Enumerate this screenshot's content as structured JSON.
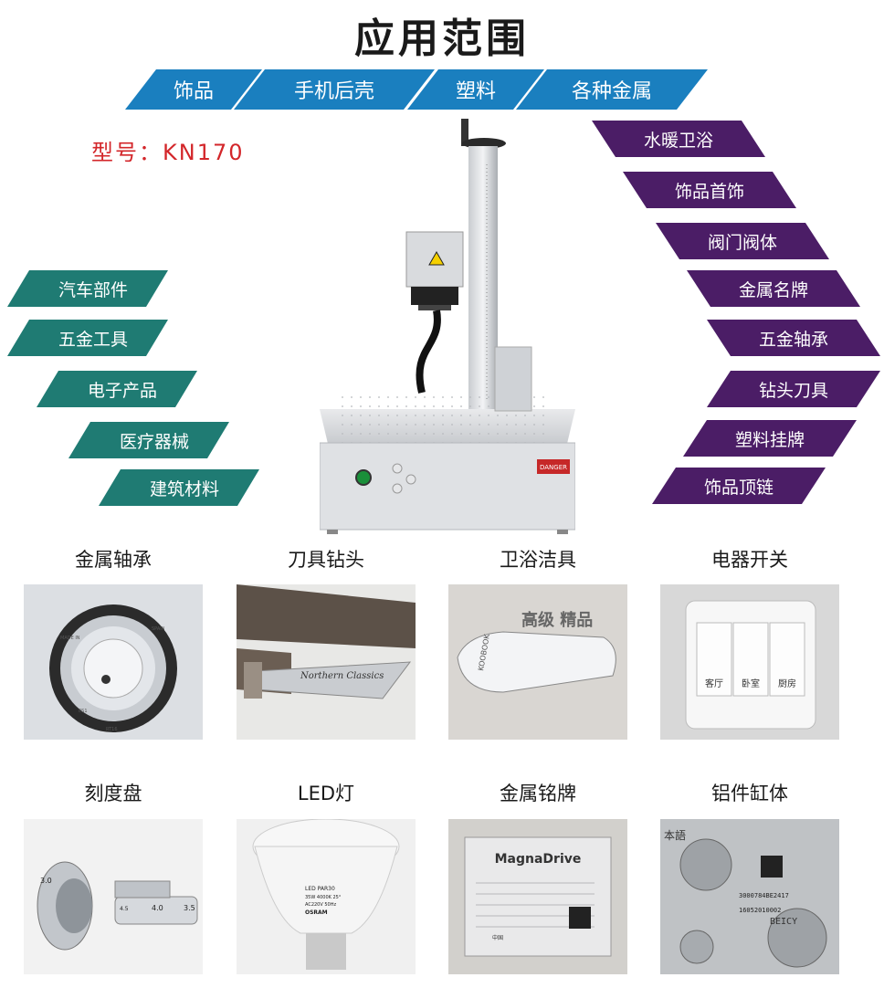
{
  "title": "应用范围",
  "top_categories": [
    "饰品",
    "手机后壳",
    "塑料",
    "各种金属"
  ],
  "model": "型号：KN170",
  "left_tags": [
    "汽车部件",
    "五金工具",
    "电子产品",
    "医疗器械",
    "建筑材料"
  ],
  "right_tags": [
    "水暖卫浴",
    "饰品首饰",
    "阀门阀体",
    "金属名牌",
    "五金轴承",
    "钻头刀具",
    "塑料挂牌",
    "饰品顶链"
  ],
  "machine": {
    "danger_label": "DANGER"
  },
  "products": [
    {
      "label": "金属轴承",
      "marks": [
        "SPAIN",
        "MADE IN",
        "RT16",
        "ES1"
      ]
    },
    {
      "label": "刀具钻头",
      "marks": [
        "Northern Classics"
      ]
    },
    {
      "label": "卫浴洁具",
      "marks": [
        "高级 精品",
        "KOOBOOK"
      ]
    },
    {
      "label": "电器开关",
      "marks": [
        "客厅",
        "卧室",
        "厨房"
      ]
    },
    {
      "label": "刻度盘",
      "marks": [
        "3.0",
        "4.0",
        "3.5",
        "4.5"
      ]
    },
    {
      "label": "LED灯",
      "marks": [
        "LED PAR30",
        "35W 4000K 25°",
        "AC220V 50Hz",
        "OSRAM"
      ]
    },
    {
      "label": "金属铭牌",
      "marks": [
        "MagnaDrive",
        "中国"
      ]
    },
    {
      "label": "铝件缸体",
      "marks": [
        "3000784BE2417",
        "16052010002",
        "BEICY",
        "本語"
      ]
    }
  ],
  "colors": {
    "blue": "#1a7fbf",
    "teal": "#1f7b73",
    "purple": "#4b1d66",
    "red": "#d3262a"
  }
}
